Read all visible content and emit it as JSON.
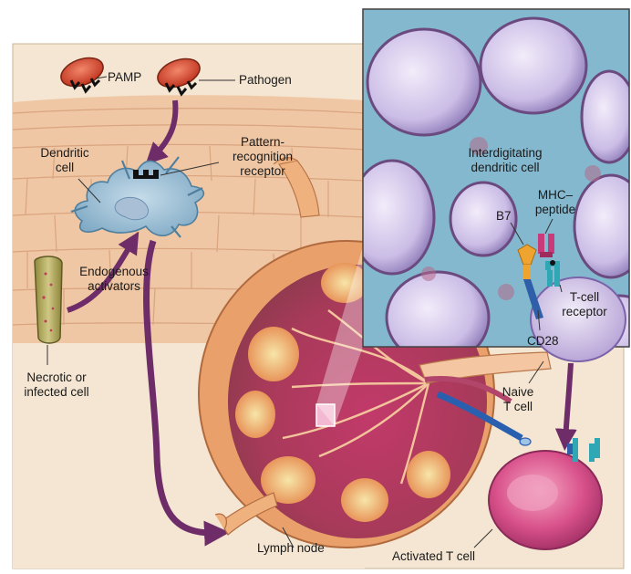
{
  "labels": {
    "pamp": "PAMP",
    "pathogen": "Pathogen",
    "dendritic_cell": [
      "Dendritic",
      "cell"
    ],
    "pattern_recognition_receptor": [
      "Pattern-",
      "recognition",
      "receptor"
    ],
    "endogenous_activators": [
      "Endogenous",
      "activators"
    ],
    "necrotic_cell": [
      "Necrotic or",
      "infected cell"
    ],
    "interdigitating_dendritic_cell": [
      "Interdigitating",
      "dendritic cell"
    ],
    "b7": "B7",
    "mhc_peptide": [
      "MHC–",
      "peptide"
    ],
    "t_cell_receptor": [
      "T-cell",
      "receptor"
    ],
    "cd28": "CD28",
    "naive_t_cell": [
      "Naive",
      "T cell"
    ],
    "lymph_node": "Lymph node",
    "activated_t_cell": "Activated T cell"
  },
  "colors": {
    "tissue": "#f1c9a6",
    "lower_tissue": "#f4e6d2",
    "arrow_purple": "#6e2d68",
    "dendritic_blue": "#9fc3d8",
    "pathogen_red": "#d6452a",
    "inset_matrix": "#84b8cf",
    "inset_cell": "#cdbfe6",
    "lymph_orange": "#e9a06b",
    "activated_t_cell": "#d94f88",
    "b7_orange": "#f0a430",
    "mhc_magenta": "#c83a7a",
    "tcr_teal": "#2fa7b5",
    "cd28_blue": "#2e5fa8"
  },
  "icons": [
    "pamp-icon",
    "pathogen-icon",
    "pattern-recognition-receptor-icon",
    "dendritic-cell-icon",
    "necrotic-cell-icon",
    "lymph-node-icon",
    "activated-t-cell-icon",
    "naive-t-cell-icon"
  ]
}
